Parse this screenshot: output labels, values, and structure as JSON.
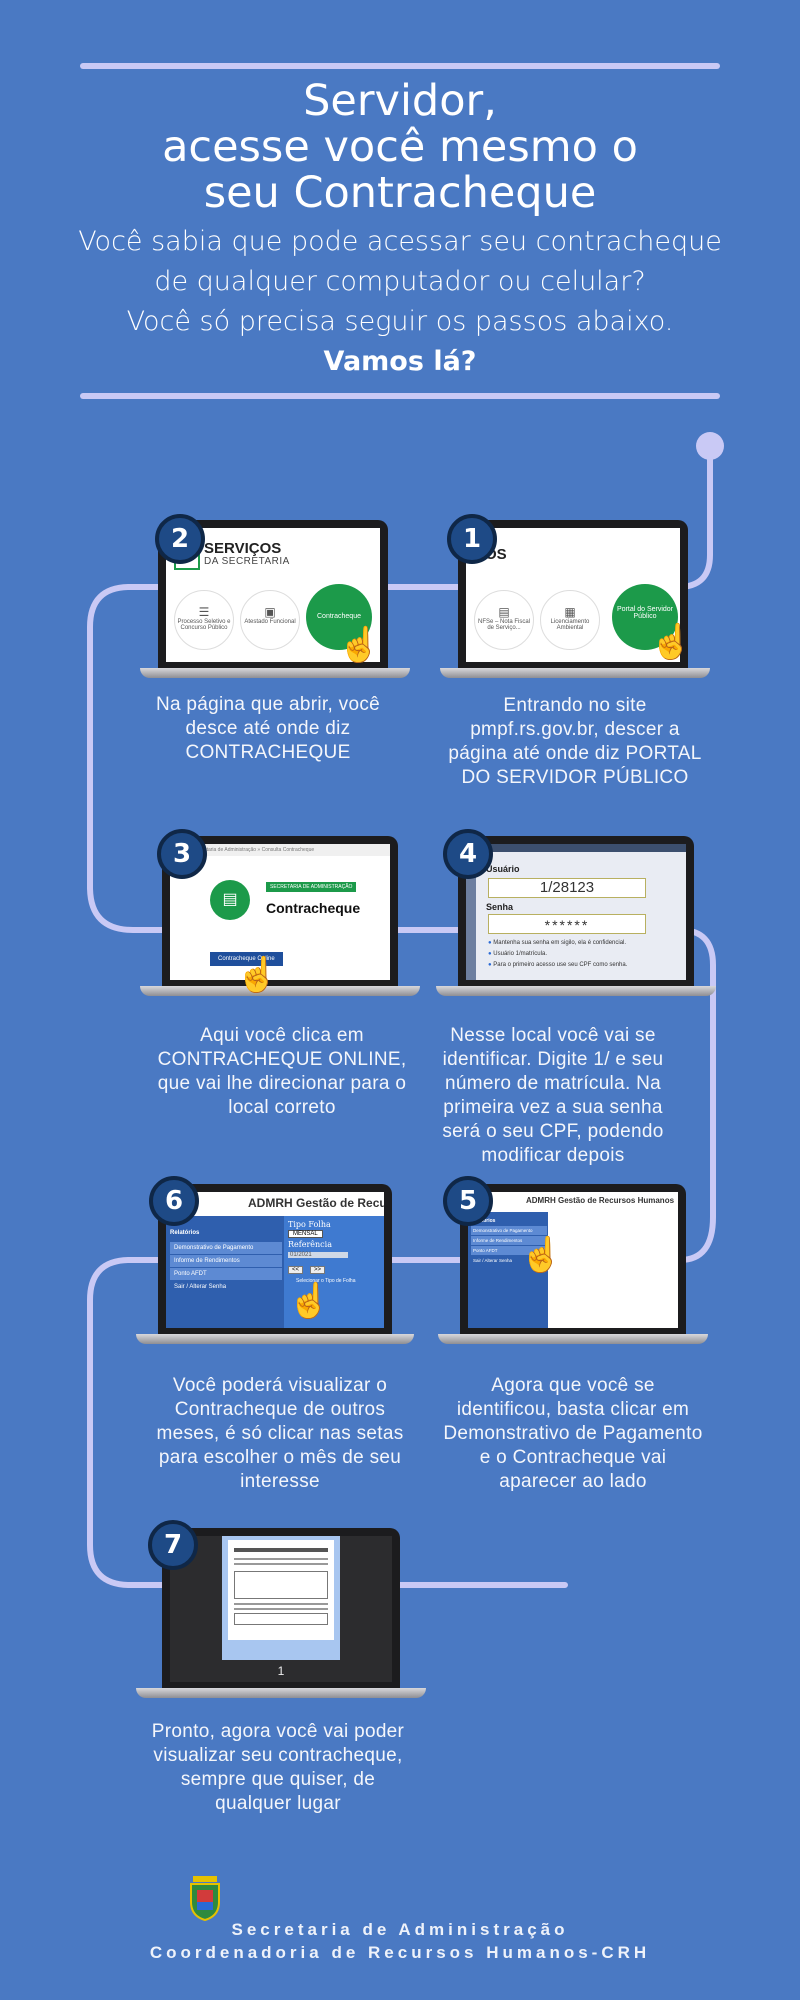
{
  "header": {
    "title_lines": [
      "Servidor,",
      "acesse você mesmo o",
      "seu Contracheque"
    ],
    "intro_lines": [
      "Você sabia que pode acessar seu contracheque",
      "de qualquer computador ou celular?",
      "Você só precisa seguir os passos abaixo."
    ],
    "intro_cta": "Vamos lá?"
  },
  "steps": {
    "s1": {
      "number": "1",
      "caption": "Entrando no site pmpf.rs.gov.br, descer a página até onde diz PORTAL DO SERVIDOR PÚBLICO",
      "screen": {
        "heading_small": "IS",
        "heading": "IÇOS",
        "items": [
          "NFSe – Nota Fiscal de Serviço...",
          "Licenciamento Ambiental",
          "Portal do Servidor Público"
        ]
      }
    },
    "s2": {
      "number": "2",
      "caption": "Na página que abrir, você desce até onde diz CONTRACHEQUE",
      "screen": {
        "heading": "SERVIÇOS",
        "subheading": "DA SECRETARIA",
        "items": [
          "Processo Seletivo e Concurso Público",
          "Atestado Funcional",
          "Contracheque"
        ]
      }
    },
    "s3": {
      "number": "3",
      "caption": "Aqui você clica em CONTRACHEQUE ONLINE, que vai lhe direcionar para o local correto",
      "screen": {
        "top_bar": "Início » Secretaria de Administração » Consulta Contracheque",
        "tag": "SECRETARIA DE ADMINISTRAÇÃO",
        "heading": "Contracheque",
        "button": "Contracheque Online"
      }
    },
    "s4": {
      "number": "4",
      "caption": "Nesse local você vai se identificar. Digite 1/ e seu número de matrícula. Na primeira vez a sua senha será o seu CPF, podendo modificar depois",
      "screen": {
        "user_label": "Usuário",
        "user_value": "1/28123",
        "pass_label": "Senha",
        "pass_value": "******",
        "notes": [
          "Mantenha sua senha em sigilo, ela é confidencial.",
          "Usuário 1/matrícula.",
          "Para o primeiro acesso use seu CPF como senha."
        ]
      }
    },
    "s5": {
      "number": "5",
      "caption": "Agora que você se identificou, basta clicar em Demonstrativo de Pagamento e o Contracheque vai aparecer ao lado",
      "screen": {
        "header": "ADMRH Gestão de Recursos Humanos",
        "menu_title": "Relatórios",
        "menu": [
          "Demonstrativo de Pagamento",
          "Informe de Rendimentos",
          "Ponto AFDT",
          "Sair / Alterar Senha"
        ]
      }
    },
    "s6": {
      "number": "6",
      "caption": "Você poderá visualizar o Contracheque de outros meses, é só clicar nas setas para escolher o mês de seu interesse",
      "screen": {
        "header": "ADMRH Gestão de Recu",
        "menu_title": "Relatórios",
        "menu": [
          "Demonstrativo de Pagamento",
          "Informe de Rendimentos",
          "Ponto AFDT",
          "Sair / Alterar Senha"
        ],
        "tipo_label": "Tipo Folha",
        "tipo_value": "MENSAL",
        "ref_label": "Referência",
        "ref_value": "01/2021",
        "prev": "<<",
        "next": ">>",
        "option": "Selecionar o Tipo de Folha"
      }
    },
    "s7": {
      "number": "7",
      "caption": "Pronto, agora você vai poder visualizar seu contracheque, sempre que quiser, de qualquer lugar",
      "screen": {
        "page": "1"
      }
    }
  },
  "footer": {
    "line1": "Secretaria de Administração",
    "line2": "Coordenadoria de Recursos Humanos-CRH"
  },
  "colors": {
    "background": "#4a79c3",
    "path": "#c9c9f5",
    "badge": "#1e4a86",
    "green": "#1c9a4a"
  }
}
